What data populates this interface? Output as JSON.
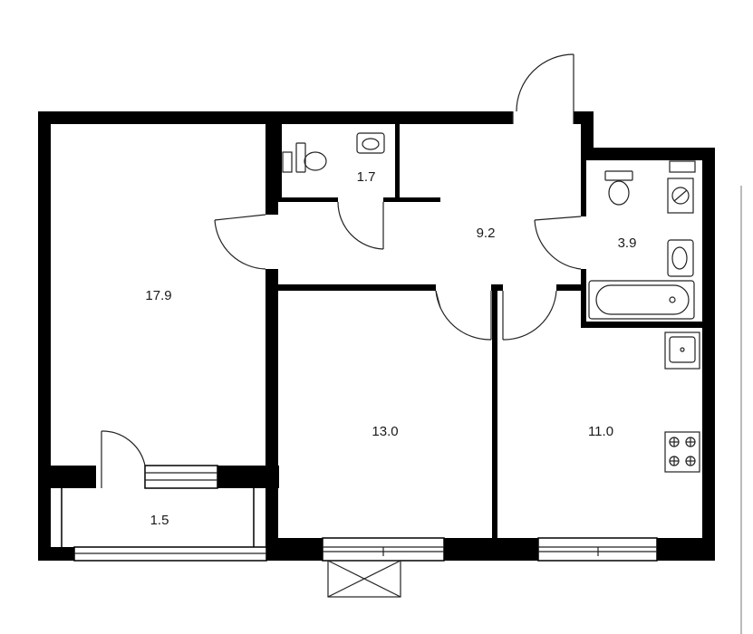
{
  "rooms": {
    "living": "17.9",
    "wc": "1.7",
    "hall": "9.2",
    "bath": "3.9",
    "bedroom": "13.0",
    "kitchen": "11.0",
    "balcony": "1.5"
  }
}
